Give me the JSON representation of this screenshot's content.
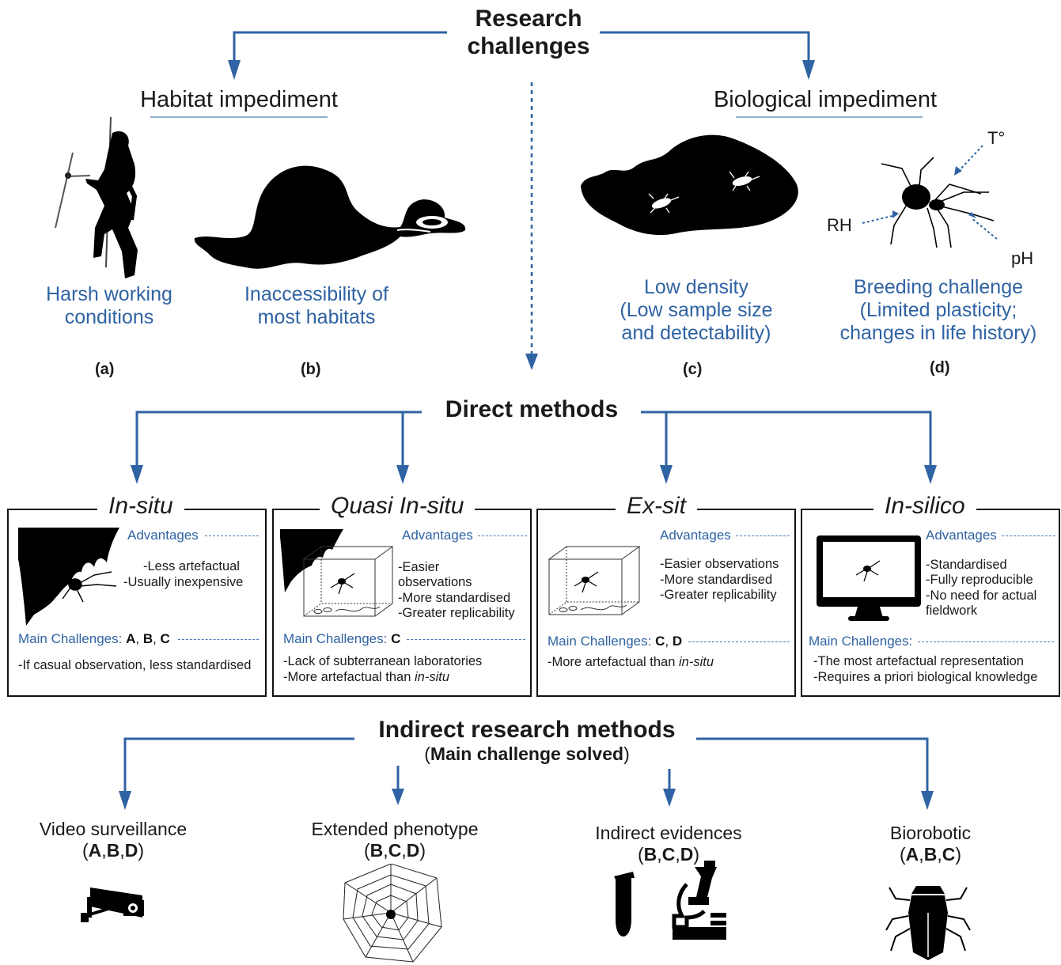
{
  "research": {
    "title_line1": "Research",
    "title_line2": "challenges"
  },
  "habitat": {
    "heading": "Habitat impediment",
    "items": [
      {
        "caption_line1": "Harsh working",
        "caption_line2": "conditions",
        "label": "(a)"
      },
      {
        "caption_line1": "Inaccessibility of",
        "caption_line2": "most habitats",
        "label": "(b)"
      }
    ]
  },
  "biological": {
    "heading": "Biological impediment",
    "items": [
      {
        "caption_line1": "Low density",
        "caption_line2": "(Low sample size",
        "caption_line3": "and detectability)",
        "label": "(c)"
      },
      {
        "caption_line1": "Breeding challenge",
        "caption_line2": "(Limited plasticity;",
        "caption_line3": "changes in life history)",
        "label": "(d)"
      }
    ],
    "factors": {
      "temp": "T°",
      "rh": "RH",
      "ph": "pH"
    }
  },
  "direct": {
    "title": "Direct methods",
    "boxes": [
      {
        "title": "In-situ",
        "advantages_label": "Advantages",
        "adv": [
          "-Less artefactual",
          "-Usually inexpensive"
        ],
        "challenges_label": "Main Challenges: ",
        "ch_letters": [
          "A",
          "B",
          "C"
        ],
        "ch_items": [
          "-If casual observation, less standardised"
        ]
      },
      {
        "title": "Quasi In-situ",
        "advantages_label": "Advantages",
        "adv": [
          "-Easier",
          "observations",
          "-More standardised",
          "-Greater replicability"
        ],
        "challenges_label": "Main Challenges: ",
        "ch_letters": [
          "C"
        ],
        "ch_items": [
          "-Lack of subterranean laboratories",
          "-More artefactual than "
        ],
        "ch_italic": "in-situ"
      },
      {
        "title": "Ex-sit",
        "advantages_label": "Advantages",
        "adv": [
          "-Easier observations",
          "-More standardised",
          "-Greater replicability"
        ],
        "challenges_label": "Main Challenges: ",
        "ch_letters": [
          "C",
          "D"
        ],
        "ch_items": [
          "-More artefactual than "
        ],
        "ch_italic": "in-situ"
      },
      {
        "title": "In-silico",
        "advantages_label": "Advantages",
        "adv": [
          "-Standardised",
          "-Fully reproducible",
          "-No need for actual",
          " fieldwork"
        ],
        "challenges_label": "Main Challenges:",
        "ch_letters": [],
        "ch_items": [
          "-The most artefactual representation",
          "-Requires a priori biological knowledge"
        ]
      }
    ]
  },
  "indirect": {
    "title": "Indirect research methods",
    "subtitle_bold": "Main challenge solved",
    "methods": [
      {
        "name": "Video surveillance",
        "letters": [
          "A",
          "B",
          "D"
        ]
      },
      {
        "name": "Extended phenotype",
        "letters": [
          "B",
          "C",
          "D"
        ]
      },
      {
        "name": "Indirect evidences",
        "letters": [
          "B",
          "C",
          "D"
        ]
      },
      {
        "name": "Biorobotic",
        "letters": [
          "A",
          "B",
          "C"
        ]
      }
    ]
  },
  "colors": {
    "arrow": "#2f63a3",
    "caption": "#2f63a3",
    "silhouette": "#000000"
  }
}
